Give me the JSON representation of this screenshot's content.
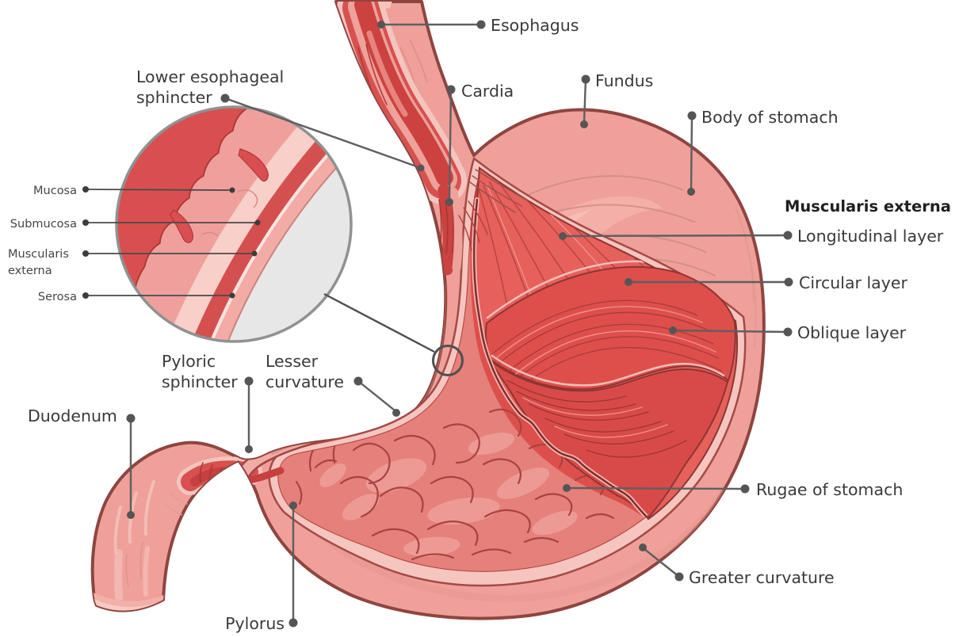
{
  "figure": {
    "subject": "Human stomach anatomy diagram (cut-away view with wall-layer inset)",
    "background": "#ffffff"
  },
  "palette": {
    "serosa": "#efa09a",
    "outline": "#8e4541",
    "wall_cut": "#f6c5bf",
    "interior": "#dd4f4c",
    "rugae": "#e5807b",
    "rugae_line": "#a84341",
    "muscle_longitudinal": "#e6605c",
    "muscle_circular": "#de4f4c",
    "muscle_oblique": "#d84a49",
    "lumen": "#cb4240",
    "inset_mucosa_surface": "#d94f4f",
    "inset_submucosa": "#f8cfc9",
    "inset_muscularis": "#d4504e",
    "inset_serosa": "#f3aba5",
    "inset_outside": "#e7e7e7",
    "leader": "#5f5f5f",
    "label_text": "#3a3a3a"
  },
  "labels": {
    "esophagus": {
      "text": "Esophagus"
    },
    "lower_esophageal_sphincter": {
      "line1": "Lower esophageal",
      "line2": "sphincter"
    },
    "cardia": {
      "text": "Cardia"
    },
    "fundus": {
      "text": "Fundus"
    },
    "body_of_stomach": {
      "text": "Body of stomach"
    },
    "muscularis_externa_heading": {
      "text": "Muscularis externa"
    },
    "longitudinal_layer": {
      "text": "Longitudinal layer"
    },
    "circular_layer": {
      "text": "Circular layer"
    },
    "oblique_layer": {
      "text": "Oblique layer"
    },
    "rugae_of_stomach": {
      "text": "Rugae of stomach"
    },
    "greater_curvature": {
      "text": "Greater curvature"
    },
    "pylorus": {
      "text": "Pylorus"
    },
    "pyloric_sphincter": {
      "line1": "Pyloric",
      "line2": "sphincter"
    },
    "lesser_curvature": {
      "line1": "Lesser",
      "line2": "curvature"
    },
    "duodenum": {
      "text": "Duodenum"
    },
    "inset": {
      "mucosa": {
        "text": "Mucosa"
      },
      "submucosa": {
        "text": "Submucosa"
      },
      "muscularis_externa": {
        "line1": "Muscularis",
        "line2": "externa"
      },
      "serosa": {
        "text": "Serosa"
      }
    }
  }
}
